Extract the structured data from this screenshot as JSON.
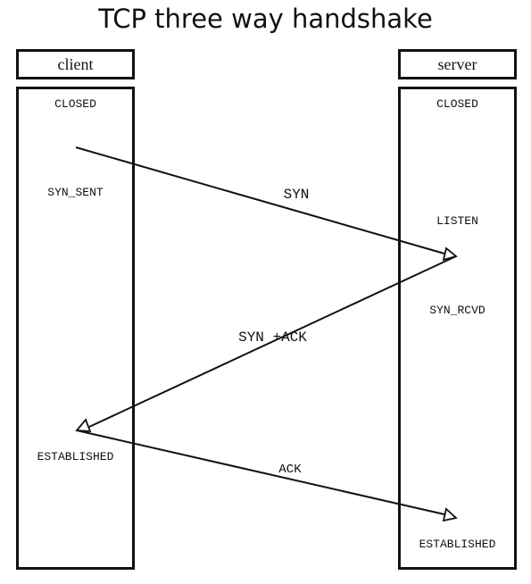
{
  "title": "TCP three way handshake",
  "client": {
    "label": "client",
    "states": {
      "closed": "CLOSED",
      "syn_sent": "SYN_SENT",
      "established": "ESTABLISHED"
    }
  },
  "server": {
    "label": "server",
    "states": {
      "closed": "CLOSED",
      "listen": "LISTEN",
      "syn_rcvd": "SYN_RCVD",
      "established": "ESTABLISHED"
    }
  },
  "messages": {
    "syn": "SYN",
    "syn_ack": "SYN +ACK",
    "ack": "ACK"
  },
  "colors": {
    "stroke": "#111111"
  }
}
